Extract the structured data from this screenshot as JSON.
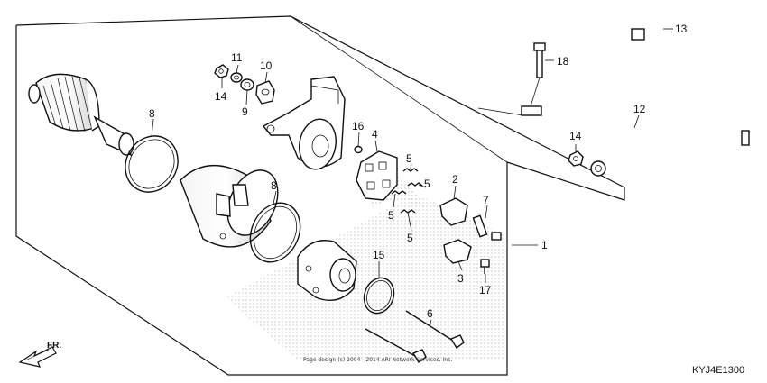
{
  "diagram": {
    "code": "KYJ4E1300",
    "direction_label": "FR.",
    "copyright": "Page design (c) 2004 - 2014 ARI Network Services, Inc.",
    "callouts": {
      "c1": "1",
      "c2": "2",
      "c3": "3",
      "c4": "4",
      "c5a": "5",
      "c5b": "5",
      "c5c": "5",
      "c5d": "5",
      "c6": "6",
      "c7": "7",
      "c8a": "8",
      "c8b": "8",
      "c9": "9",
      "c10": "10",
      "c11": "11",
      "c12": "12",
      "c13": "13",
      "c14a": "14",
      "c14b": "14",
      "c15": "15",
      "c16": "16",
      "c17": "17",
      "c18": "18"
    }
  }
}
